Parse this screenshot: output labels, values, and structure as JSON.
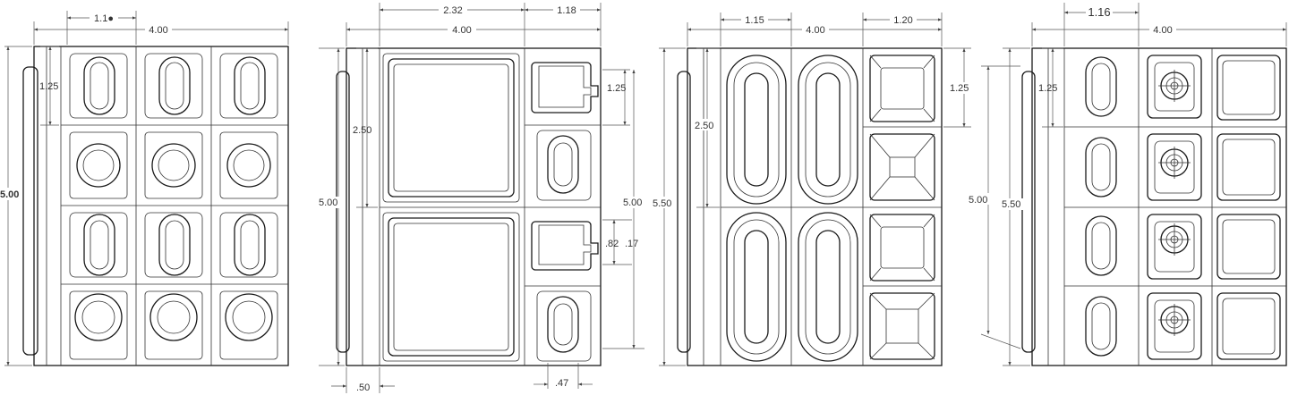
{
  "views": [
    {
      "id": "view1",
      "dims": {
        "top_small": "1.1●",
        "top_total": "4.00",
        "left_small": "1.25",
        "left_total": "5.00"
      }
    },
    {
      "id": "view2",
      "dims": {
        "top_a": "2.32",
        "top_b": "1.18",
        "top_total": "4.00",
        "left_a": "2.50",
        "left_total": "5.00",
        "right_a": "1.25",
        "right_b": "5.00",
        "right_c": ".82",
        "right_d": ".17",
        "bottom_a": ".50",
        "bottom_b": ".47"
      }
    },
    {
      "id": "view3",
      "dims": {
        "top_a": "1.15",
        "top_total": "4.00",
        "top_b": "1.20",
        "left_a": "2.50",
        "left_total": "5.50",
        "right_a": "1.25"
      }
    },
    {
      "id": "view4",
      "dims": {
        "top_a": "1.16",
        "top_total": "4.00",
        "left_a": "1.25",
        "left_b": "5.00",
        "left_total": "5.50"
      }
    }
  ]
}
